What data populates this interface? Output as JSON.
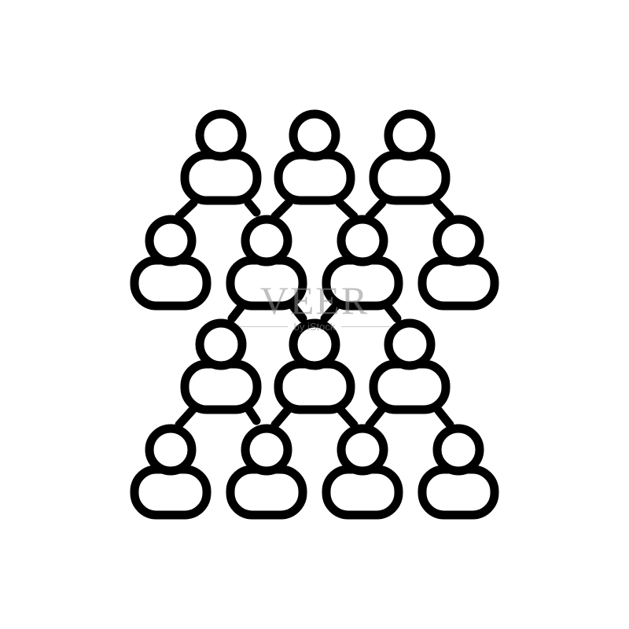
{
  "icon": {
    "name": "people-network-icon",
    "stroke_color": "#000000",
    "background_color": "#ffffff",
    "person_count": 14,
    "rows": [
      3,
      4,
      3,
      4
    ]
  },
  "watermark": {
    "brand": "VEER",
    "sub": "by iStock"
  }
}
